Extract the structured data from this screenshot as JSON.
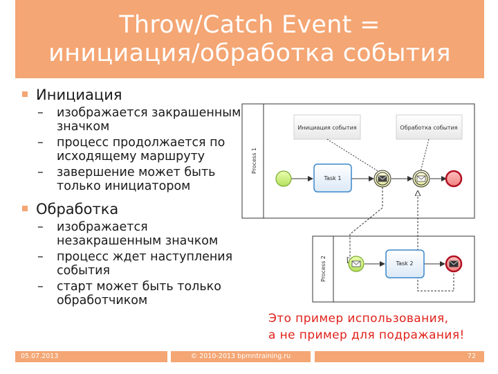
{
  "slide": {
    "title_line1": "Throw/Catch Event =",
    "title_line2": "инициация/обработка события"
  },
  "content": {
    "bullet1": "Инициация",
    "bullet1_subs": [
      "изображается закрашенным значком",
      "процесс продолжается по исходящему маршруту",
      "завершение может быть только инициатором"
    ],
    "bullet2": "Обработка",
    "bullet2_subs": [
      "изображается незакрашенным значком",
      "процесс ждет наступления события",
      "старт может быть только обработчиком"
    ],
    "sub_dash": "–"
  },
  "diagram": {
    "pool1_label": "Process 1",
    "pool2_label": "Process 2",
    "annotation1": "Инициация события",
    "annotation2": "Обработка события",
    "task1": "Task 1",
    "task2": "Task 2"
  },
  "note": {
    "line1": "Это пример использования,",
    "line2": "а не пример для подражания!"
  },
  "footer": {
    "date": "05.07.2013",
    "copyright": "© 2010-2013 bpmntraining.ru",
    "page": "72"
  },
  "colors": {
    "accent": "#f4a674",
    "warning": "#e0221b",
    "start_event": "#c9f07a",
    "task_border": "#3a86c8",
    "end_event": "#e02030"
  }
}
